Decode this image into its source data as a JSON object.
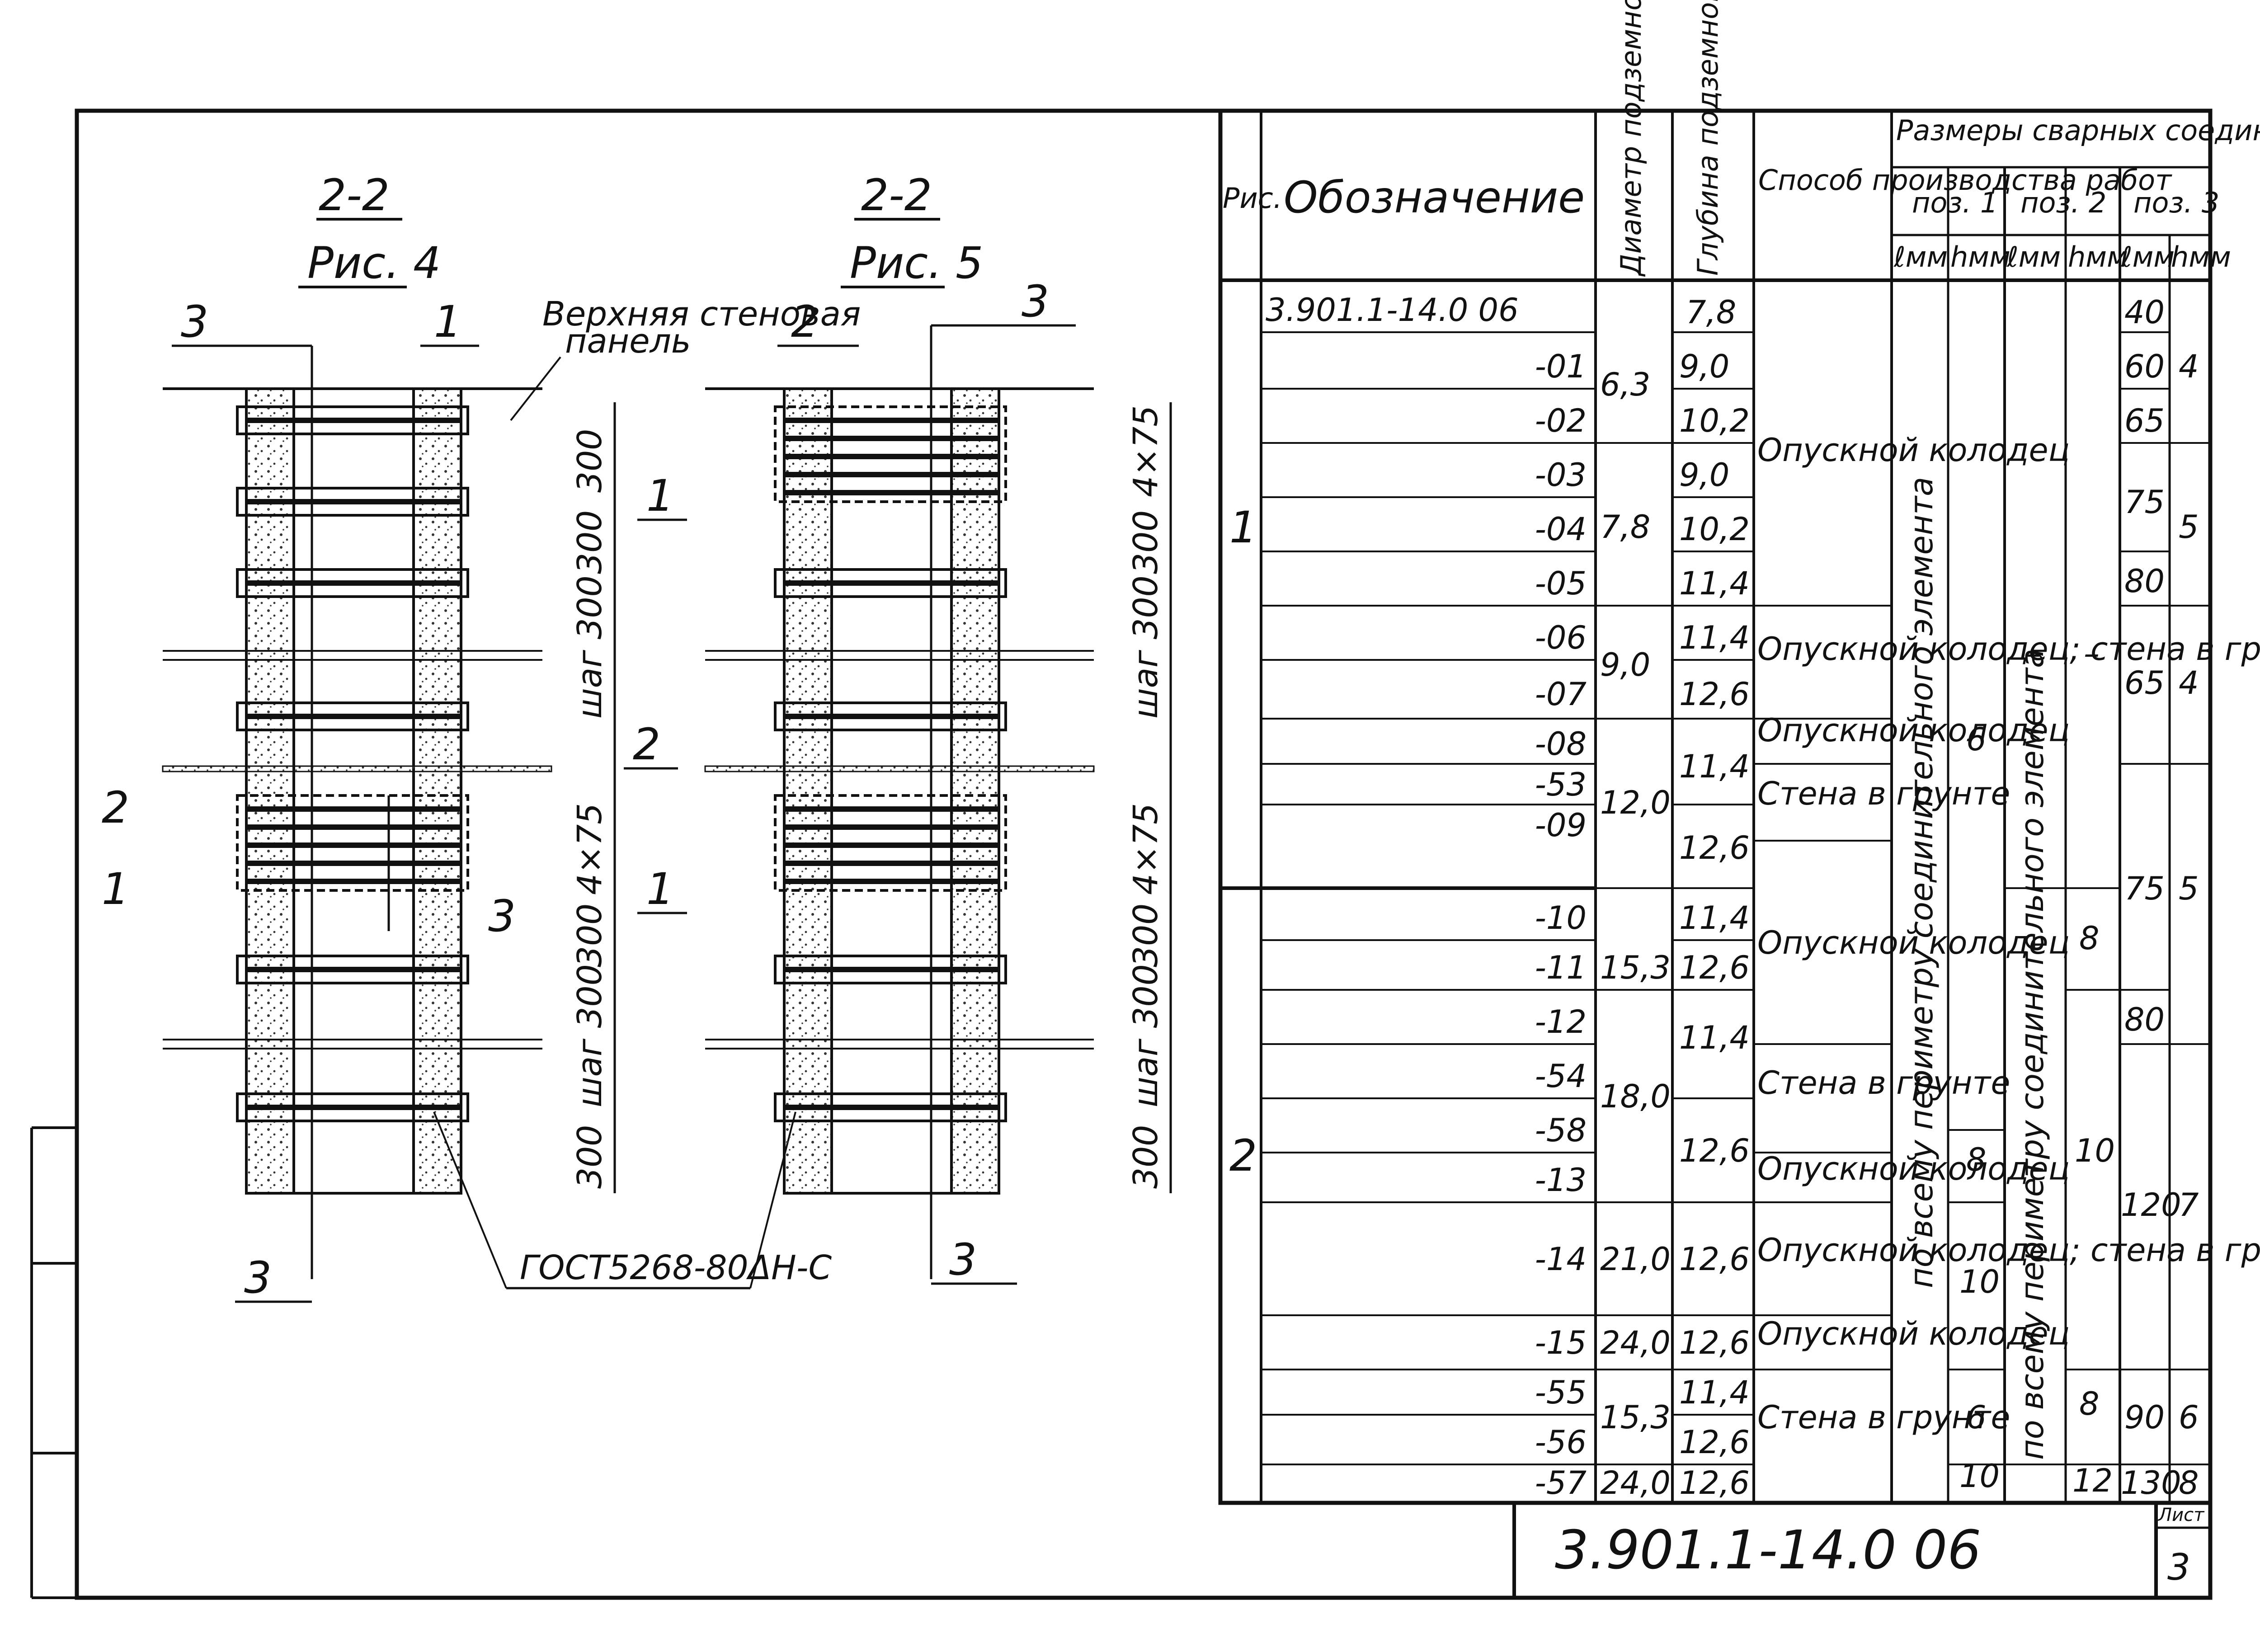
{
  "drawing": {
    "section_left": "2-2",
    "fig_left": "Рис. 4",
    "section_right": "2-2",
    "fig_right": "Рис. 5",
    "upper_panel_label_1": "Верхняя стеновая",
    "upper_panel_label_2": "панель",
    "gost_label": "ГОСТ5268-80ΔН-С",
    "pos_1": "1",
    "pos_2": "2",
    "pos_3": "3",
    "dim_300": "300",
    "dim_4x75": "4×75",
    "dim_step": "шаг 300"
  },
  "table": {
    "headers": {
      "fig": "Рис.",
      "designation": "Обозначение",
      "diameter": "Диаметр подземной части",
      "depth": "Глубина подземной части",
      "method": "Способ производства работ",
      "weld_sizes": "Размеры сварных соединений",
      "pos1": "поз. 1",
      "pos2": "поз. 2",
      "pos3": "поз. 3",
      "l_mm": "ℓмм",
      "h_mm": "hмм"
    },
    "fig_groups": [
      "1",
      "2"
    ],
    "codes": [
      "3.901.1-14.0 06",
      "-01",
      "-02",
      "-03",
      "-04",
      "-05",
      "-06",
      "-07",
      "-08",
      "-53",
      "-09",
      "-10",
      "-11",
      "-12",
      "-54",
      "-58",
      "-13",
      "-14",
      "-15",
      "-55",
      "-56",
      "-57"
    ],
    "diameters": [
      "6,3",
      "7,8",
      "9,0",
      "12,0",
      "15,3",
      "18,0",
      "21,0",
      "24,0",
      "15,3",
      "24,0"
    ],
    "depths": [
      "7,8",
      "9,0",
      "10,2",
      "9,0",
      "10,2",
      "11,4",
      "11,4",
      "12,6",
      "11,4",
      "12,6",
      "11,4",
      "12,6",
      "11,4",
      "12,6",
      "12,6",
      "12,6",
      "11,4",
      "12,6",
      "12,6"
    ],
    "methods": [
      "Опускной колодец",
      "Опускной колодец; стена в грунте",
      "Опускной колодец",
      "Стена в грунте",
      "Опускной колодец",
      "Стена в грунте",
      "Опускной колодец",
      "Опускной колодец; стена в грунте",
      "Опускной колодец",
      "Стена в грунте"
    ],
    "pos1_l_text": "по всему периметру соединительного элемента",
    "pos1_h": [
      "6",
      "8",
      "10",
      "6",
      "10"
    ],
    "pos2_l_text": "по всему периметру соединительного элемента",
    "pos2_dash_l": "–",
    "pos2_dash_h": "–",
    "pos2_h": [
      "8",
      "10",
      "8",
      "12"
    ],
    "pos3_l": [
      "40",
      "60",
      "65",
      "75",
      "80",
      "65",
      "75",
      "80",
      "120",
      "90",
      "130"
    ],
    "pos3_h": [
      "4",
      "5",
      "4",
      "5",
      "7",
      "6",
      "8"
    ]
  },
  "title_block": {
    "code": "3.901.1-14.0 06",
    "sheet_label": "Лист",
    "sheet_number": "3"
  }
}
